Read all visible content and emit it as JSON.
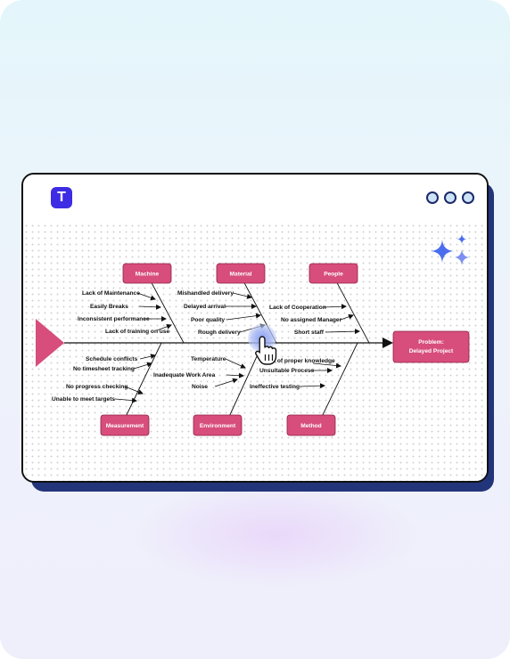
{
  "app": {
    "logo_letter": "T"
  },
  "diagram": {
    "problem": [
      "Problem:",
      "Delayed Project"
    ],
    "categories": {
      "machine": "Machine",
      "material": "Material",
      "people": "People",
      "measurement": "Measurement",
      "environment": "Environment",
      "method": "Method"
    },
    "causes": {
      "machine": [
        "Lack of Maintenance",
        "Easily Breaks",
        "Inconsistent performance",
        "Lack of training on use"
      ],
      "material": [
        "Mishandled delivery",
        "Delayed arrival",
        "Poor quality",
        "Rough delivery"
      ],
      "people": [
        "Lack of Cooperation",
        "No assigned Manager",
        "Short staff"
      ],
      "measurement": [
        "Schedule conflicts",
        "No timesheet tracking",
        "No progress checking",
        "Unable to meet targets"
      ],
      "environment": [
        "Temperature",
        "Inadequate Work Area",
        "Noise"
      ],
      "method": [
        "Lack of proper knowledge",
        "Unsuitable Process",
        "Ineffective testing"
      ]
    }
  },
  "colors": {
    "box_fill": "#d74d7b",
    "box_stroke": "#8e2249",
    "head_fill": "#d74d7b",
    "sparkle": "#4b6ef0",
    "cursor_glow": "#a9b9f2"
  }
}
